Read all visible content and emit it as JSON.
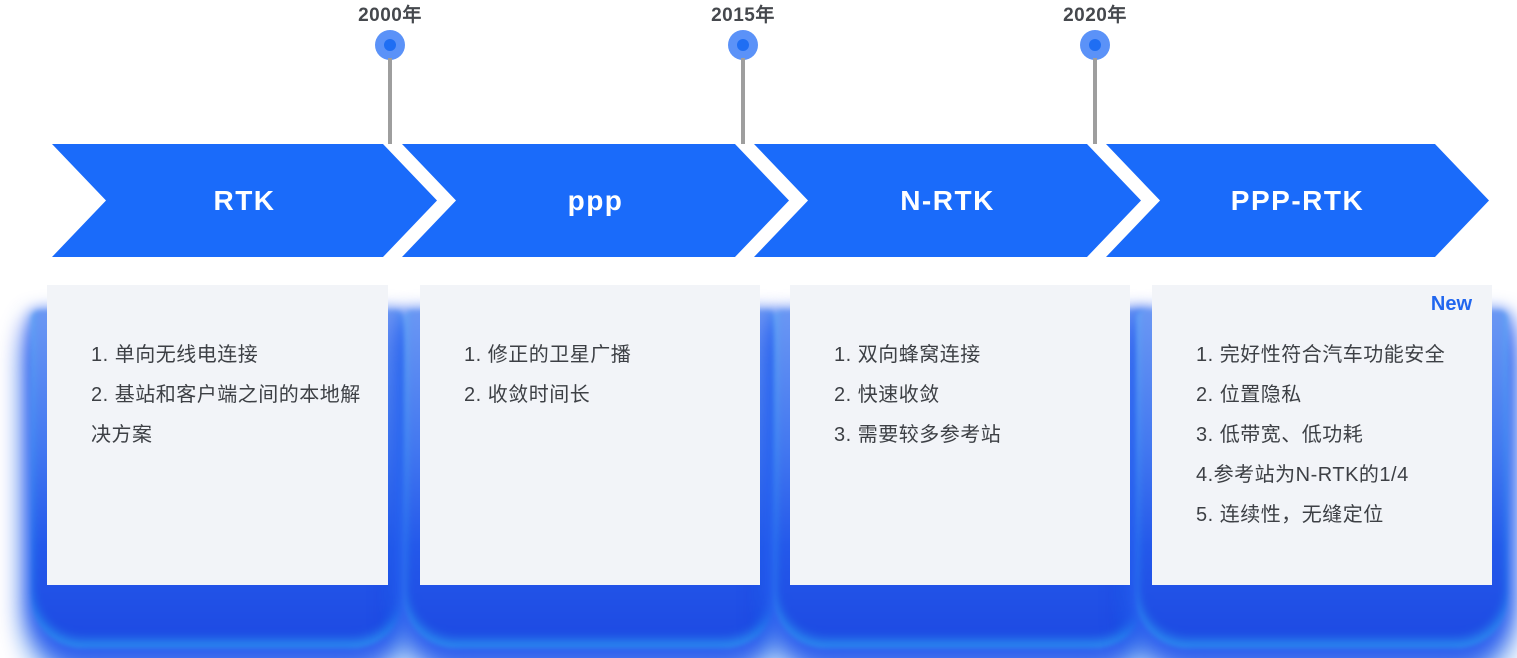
{
  "timeline": {
    "markers": [
      {
        "year": "2000年"
      },
      {
        "year": "2015年"
      },
      {
        "year": "2020年"
      }
    ]
  },
  "stages": [
    {
      "label": "RTK",
      "points": [
        "1. 单向无线电连接",
        "2. 基站和客户端之间的本地解决方案"
      ]
    },
    {
      "label": "ppp",
      "points": [
        "1. 修正的卫星广播",
        "2. 收敛时间长"
      ]
    },
    {
      "label": "N-RTK",
      "points": [
        "1. 双向蜂窝连接",
        "2. 快速收敛",
        "3. 需要较多参考站"
      ]
    },
    {
      "label": "PPP-RTK",
      "badge": "New",
      "points": [
        "1. 完好性符合汽车功能安全",
        "2. 位置隐私",
        "3. 低带宽、低功耗",
        "4.参考站为N-RTK的1/4",
        "5. 连续性，无缝定位"
      ]
    }
  ],
  "colors": {
    "arrow_blue": "#1a6bfa",
    "badge_blue": "#2066ef",
    "card_bg": "#f2f4f8",
    "text_dark": "#3d4045",
    "year_text": "#45484d",
    "pin_outer": "#5b92f8",
    "pin_inner": "#1f6ef3",
    "stem_gray": "#9e9e9e",
    "glow_blue": "#2e63ee",
    "glow_cyan": "#2fc8f8"
  }
}
